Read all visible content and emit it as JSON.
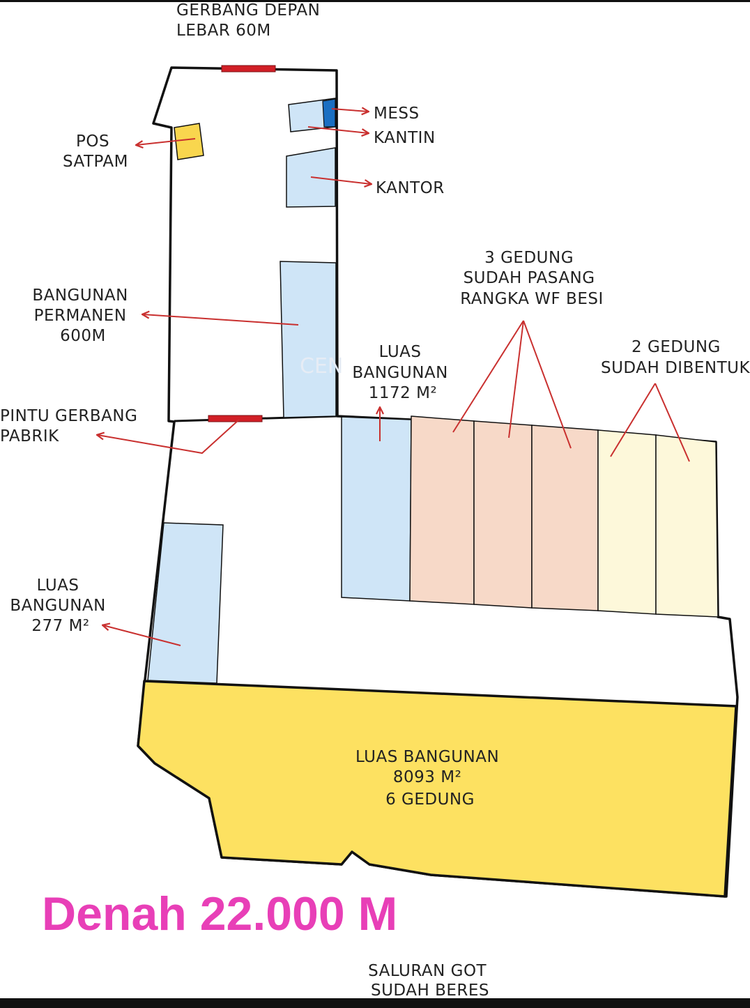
{
  "labels": {
    "front_gate": [
      "GERBANG DEPAN",
      "LEBAR 60M"
    ],
    "security_post": [
      "POS",
      "SATPAM"
    ],
    "mess": "MESS",
    "canteen": "KANTIN",
    "office": "KANTOR",
    "permanent_building": [
      "BANGUNAN",
      "PERMANEN",
      "600M"
    ],
    "factory_gate": [
      "PINTU GERBANG",
      "PABRIK"
    ],
    "area_1172": [
      "LUAS",
      "BANGUNAN",
      "1172 M²"
    ],
    "three_buildings": [
      "3 GEDUNG",
      "SUDAH PASANG",
      "RANGKA WF BESI"
    ],
    "two_buildings": [
      "2 GEDUNG",
      "SUDAH DIBENTUK"
    ],
    "area_277": [
      "LUAS",
      "BANGUNAN",
      "277 M²"
    ],
    "area_8093": [
      "LUAS BANGUNAN",
      "8093 M²",
      "6 GEDUNG"
    ],
    "drainage": [
      "SALURAN GOT",
      "SUDAH BERES"
    ],
    "watermark": "CEN"
  },
  "title": "Denah 22.000 M",
  "colors": {
    "light_blue": "#cfe5f7",
    "salmon": "#f7d9c8",
    "cream": "#fdf8da",
    "yellow": "#fde161",
    "gate_red": "#d11f26",
    "arrow_red": "#c9302f",
    "mess_blue": "#1a6fc2",
    "title_pink": "#e83fb7"
  }
}
